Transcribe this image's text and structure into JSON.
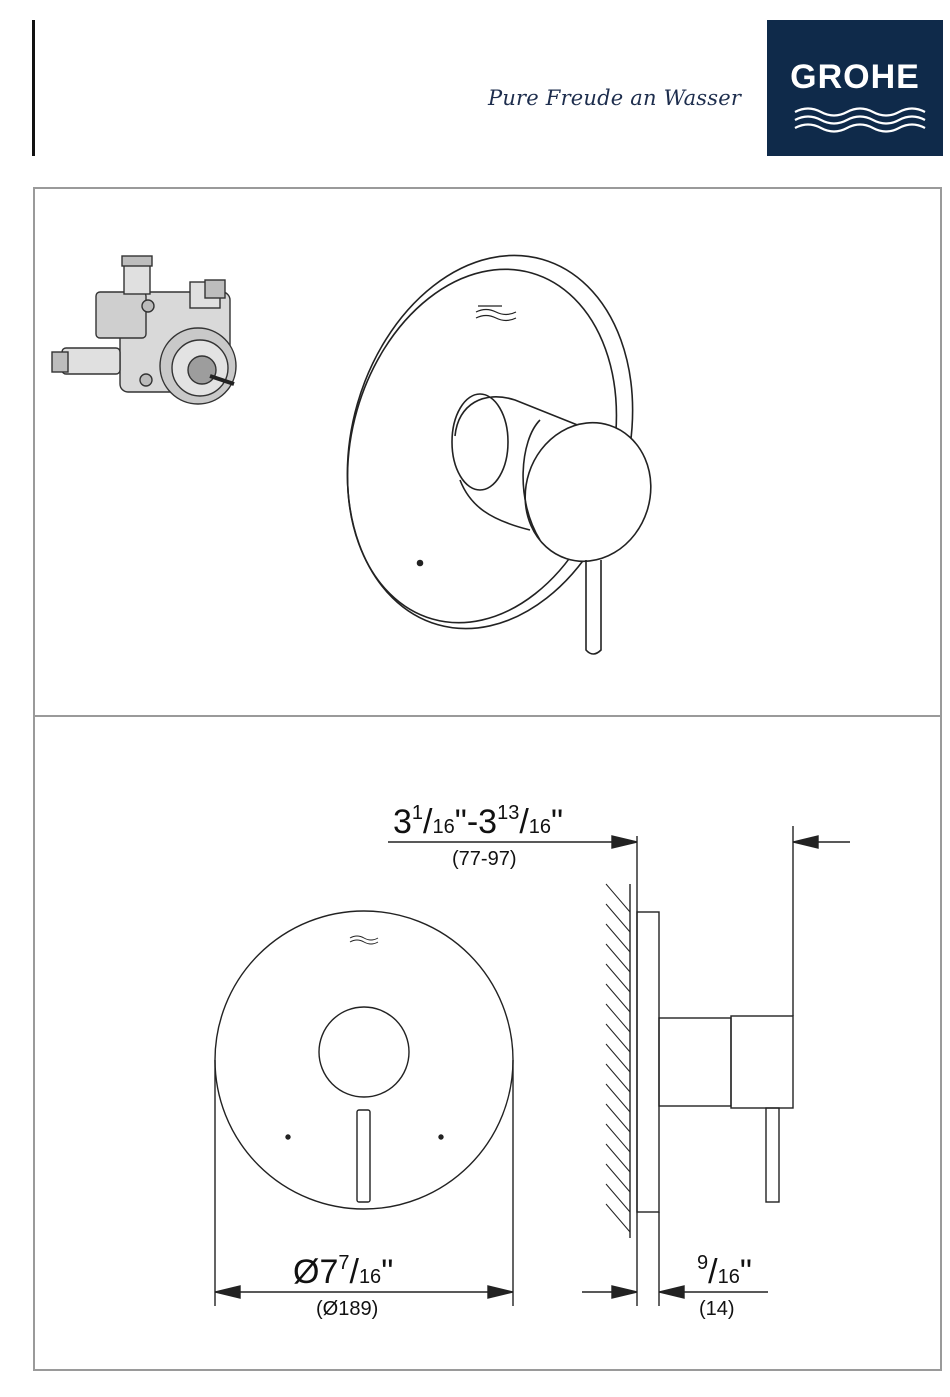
{
  "header": {
    "tagline": "Pure Freude an Wasser",
    "logo_text": "GROHE",
    "brand_color": "#0f2a4a"
  },
  "drawing": {
    "badge_text": "GROHE",
    "depth_dim": {
      "whole_a": "3",
      "num_a": "1",
      "den_a": "16",
      "sep": "\"-",
      "whole_b": "3",
      "num_b": "13",
      "den_b": "16",
      "unit": "\"",
      "metric": "(77-97)"
    },
    "diameter_dim": {
      "prefix": "Ø7",
      "num": "7",
      "den": "16",
      "unit": "\"",
      "metric": "(Ø189)"
    },
    "cap_dim": {
      "num": "9",
      "den": "16",
      "unit": "\"",
      "metric": "(14)"
    }
  }
}
